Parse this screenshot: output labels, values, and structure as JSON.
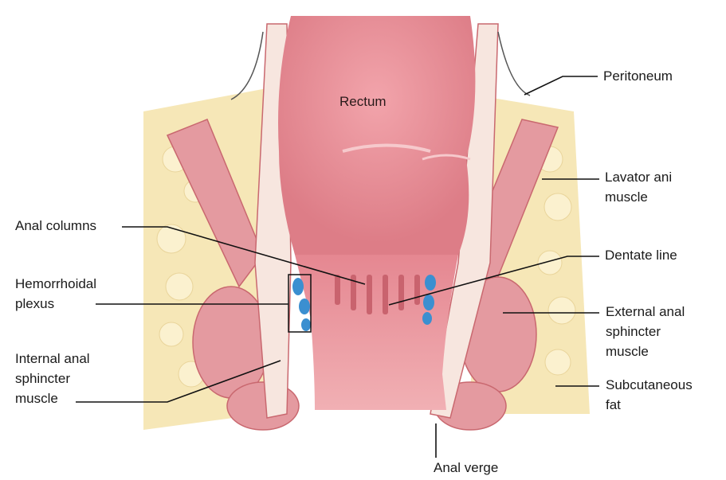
{
  "diagram": {
    "colors": {
      "fat": "#f6e7b7",
      "fat_lobule": "#fbf1cf",
      "muscle": "#e08f93",
      "muscle_dark": "#c9686f",
      "lumen": "#ea8c95",
      "lumen_light": "#f4b3b8",
      "wall": "#f7e6df",
      "vein": "#3b8fd0",
      "leader": "#111111"
    },
    "labels": {
      "rectum": "Rectum",
      "peritoneum": "Peritoneum",
      "levator_1": "Lavator ani",
      "levator_2": "muscle",
      "anal_columns": "Anal columns",
      "dentate_line": "Dentate line",
      "hemorrhoidal_1": "Hemorrhoidal",
      "hemorrhoidal_2": "plexus",
      "external_1": "External anal",
      "external_2": "sphincter",
      "external_3": "muscle",
      "internal_1": "Internal anal",
      "internal_2": "sphincter",
      "internal_3": "muscle",
      "subcutaneous_1": "Subcutaneous",
      "subcutaneous_2": "fat",
      "anal_verge": "Anal verge"
    }
  }
}
